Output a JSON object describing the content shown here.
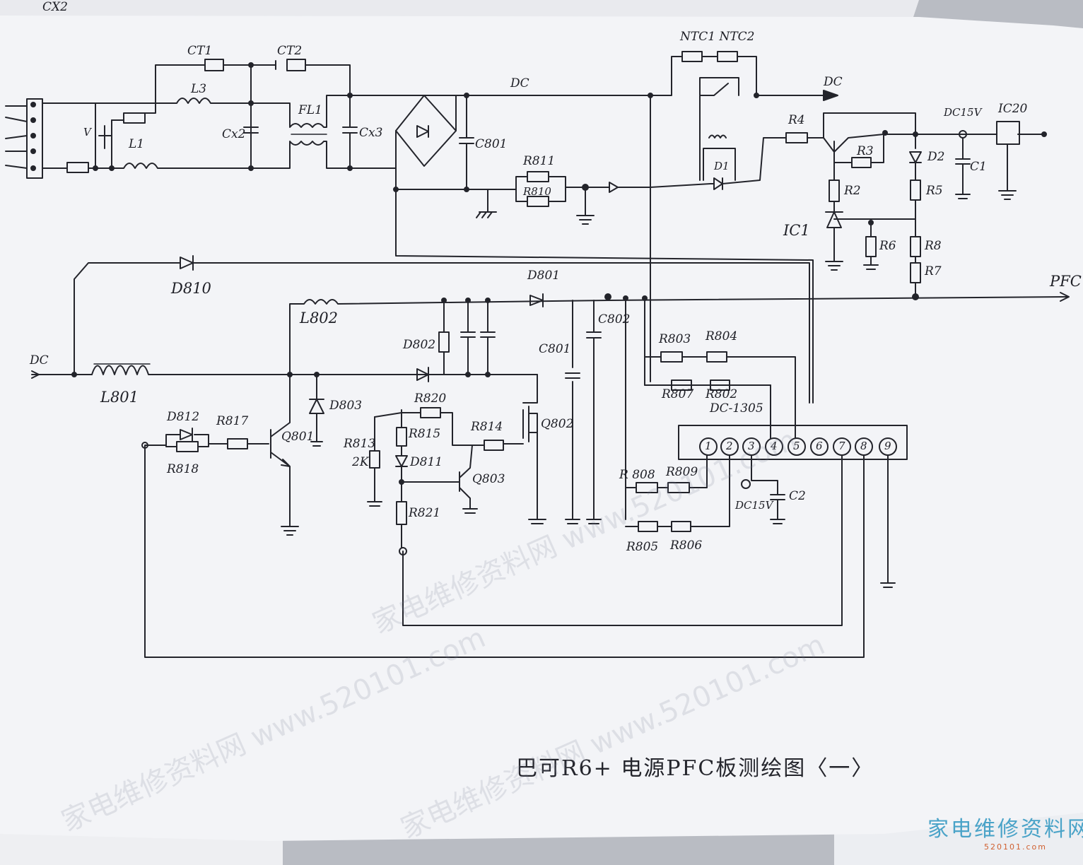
{
  "title": "巴可R6+ 电源PFC板测绘图",
  "title_suffix": "〈一〉",
  "watermark": "家电维修资料网 www.520101.com",
  "brand": "家电维修资料网",
  "brand_url": "520101.com",
  "colors": {
    "paper": "#f2f3f6",
    "ink": "#1e1f26",
    "brand": "#4aa3c8"
  },
  "labels": {
    "cx2": "CX2",
    "ct1": "CT1",
    "ct2": "CT2",
    "l3": "L3",
    "l1": "L1",
    "v": "V",
    "fl1": "FL1",
    "cx2b": "Cx2",
    "cx3": "Cx3",
    "c801top": "C801",
    "r811": "R811",
    "r810": "R810",
    "dc_top": "DC",
    "ntc": "NTC1 NTC2",
    "dc_right": "DC",
    "d1": "D1",
    "r4": "R4",
    "r3": "R3",
    "r2": "R2",
    "d2": "D2",
    "r5": "R5",
    "dc15v": "DC15V",
    "ic20": "IC20",
    "c1": "C1",
    "ic1": "IC1",
    "r6": "R6",
    "r8": "R8",
    "r7": "R7",
    "d810": "D810",
    "d801": "D801",
    "pfc": "PFC",
    "l802": "L802",
    "c802": "C802",
    "d802": "D802",
    "c801": "C801",
    "dc_left": "DC",
    "l801": "L801",
    "d803": "D803",
    "d812": "D812",
    "r817": "R817",
    "r818": "R818",
    "q801": "Q801",
    "r820": "R820",
    "r815": "R815",
    "r813": "R813",
    "r813v": "2K",
    "d811": "D811",
    "r814": "R814",
    "q802": "Q802",
    "q803": "Q803",
    "r821": "R821",
    "r803": "R803",
    "r804": "R804",
    "r807": "R807",
    "r802": "R802",
    "ic": "DC-1305",
    "r808": "R 808",
    "r809": "R809",
    "dc15v_b": "DC15V",
    "c2": "C2",
    "r805": "R805",
    "r806": "R806"
  },
  "pins": [
    "1",
    "2",
    "3",
    "4",
    "5",
    "6",
    "7",
    "8",
    "9"
  ]
}
